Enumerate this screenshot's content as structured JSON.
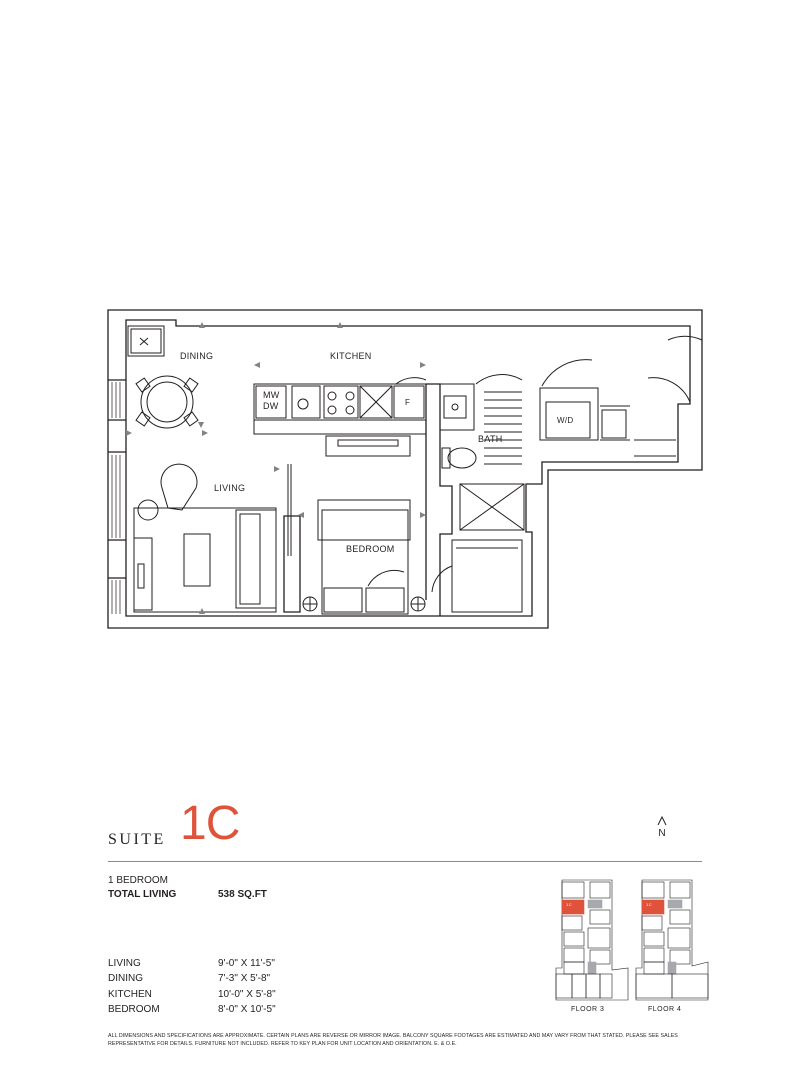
{
  "rooms": {
    "dining": "DINING",
    "kitchen": "KITCHEN",
    "living": "LIVING",
    "bedroom": "BEDROOM",
    "bath": "BATH",
    "mw": "MW",
    "dw": "DW",
    "fridge": "F",
    "washer_dryer": "W/D"
  },
  "suite": {
    "word": "SUITE",
    "number": "1C"
  },
  "north_label": "N",
  "summary": {
    "bedrooms": "1 BEDROOM",
    "total_living_label": "TOTAL LIVING",
    "total_living_value": "538 SQ.FT"
  },
  "dimensions": [
    {
      "room": "LIVING",
      "size": "9'-0\" X 11'-5\""
    },
    {
      "room": "DINING",
      "size": "7'-3\" X 5'-8\""
    },
    {
      "room": "KITCHEN",
      "size": "10'-0\" X 5'-8\""
    },
    {
      "room": "BEDROOM",
      "size": "8'-0\" X 10'-5\""
    }
  ],
  "key_plans": [
    {
      "label": "FLOOR 3",
      "highlight_unit": "1C"
    },
    {
      "label": "FLOOR 4",
      "highlight_unit": "1C"
    }
  ],
  "colors": {
    "accent": "#e0533b",
    "line": "#231f20",
    "fill_gray": "#a7a9ac"
  },
  "disclaimer": "ALL DIMENSIONS AND SPECIFICATIONS ARE APPROXIMATE. CERTAIN PLANS ARE REVERSE OR MIRROR IMAGE. BALCONY SQUARE FOOTAGES ARE ESTIMATED AND MAY VARY FROM THAT STATED. PLEASE SEE SALES REPRESENTATIVE FOR DETAILS. FURNITURE NOT INCLUDED. REFER TO KEY PLAN FOR UNIT LOCATION AND ORIENTATION. E. & O.E."
}
